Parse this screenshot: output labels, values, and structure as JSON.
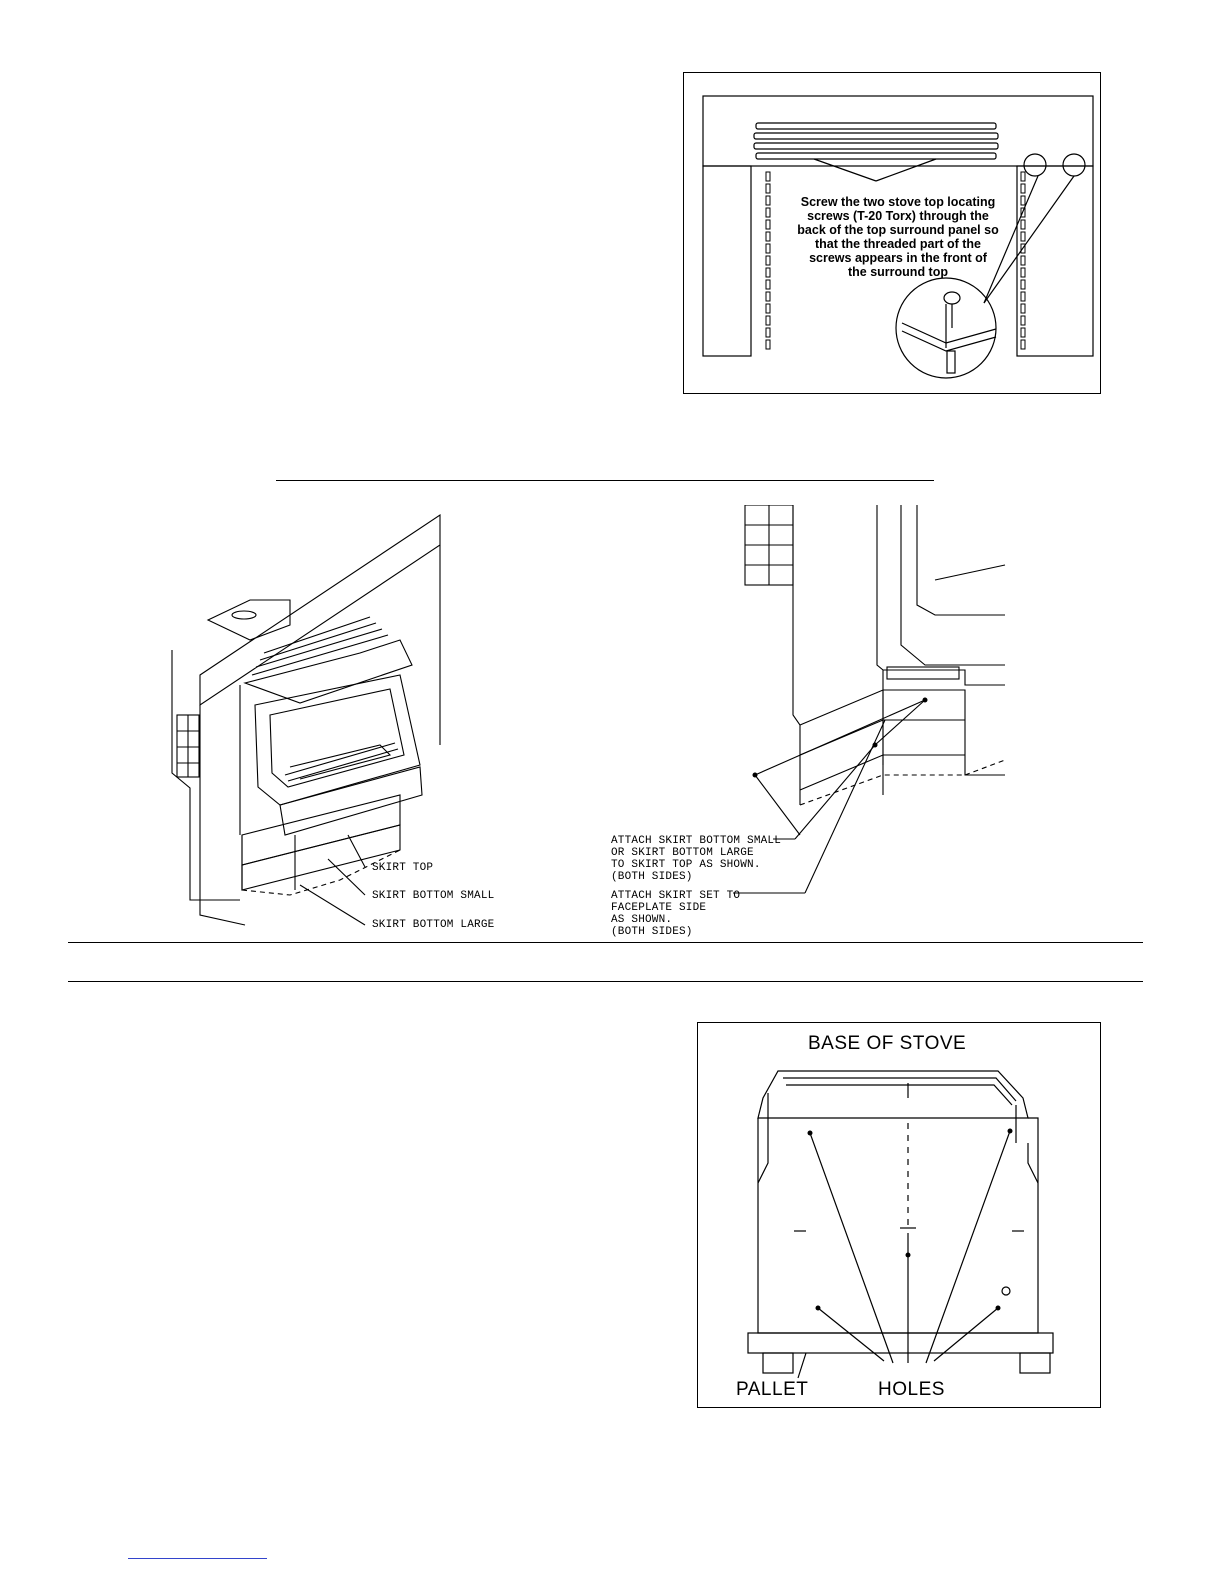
{
  "figure1": {
    "note_lines": [
      "Screw the two stove top locating",
      "screws (T-20 Torx) through the",
      "back of the top surround panel so",
      "that the threaded part of the",
      "screws appears in the front of",
      "the surround top"
    ]
  },
  "figure2": {
    "labels": {
      "skirt_top": "SKIRT TOP",
      "skirt_bottom_small": "SKIRT BOTTOM SMALL",
      "skirt_bottom_large": "SKIRT BOTTOM LARGE"
    }
  },
  "figure3": {
    "note1_lines": [
      "ATTACH SKIRT BOTTOM SMALL",
      "OR SKIRT BOTTOM LARGE",
      "TO SKIRT TOP AS SHOWN.",
      "(BOTH SIDES)"
    ],
    "note2_lines": [
      "ATTACH SKIRT SET TO",
      "FACEPLATE SIDE",
      "AS SHOWN.",
      "(BOTH SIDES)"
    ]
  },
  "figure4": {
    "title": "BASE OF STOVE",
    "pallet_label": "PALLET",
    "holes_label": "HOLES"
  }
}
